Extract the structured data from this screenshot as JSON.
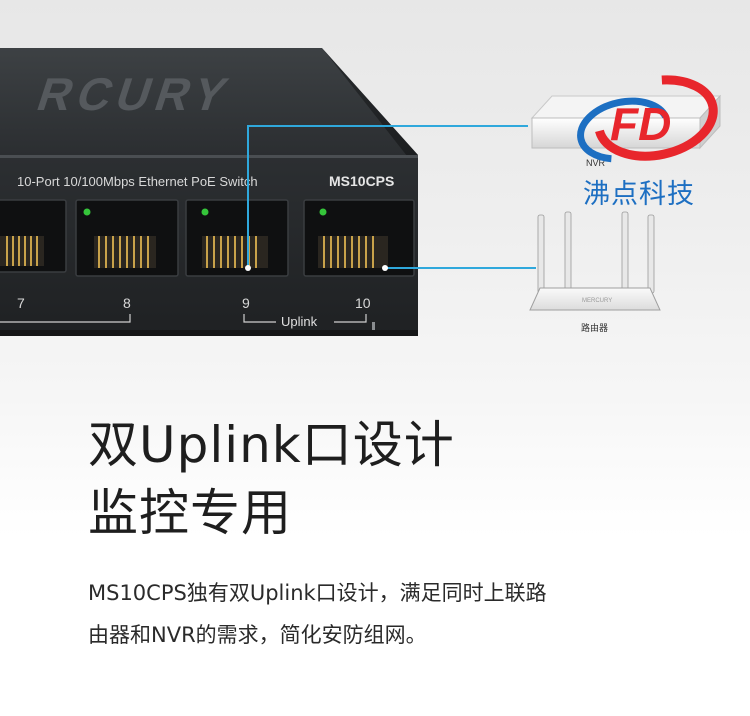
{
  "switch": {
    "brand_partial": "RCURY",
    "model_desc": "10-Port 10/100Mbps Ethernet PoE Switch",
    "model": "MS10CPS",
    "port_numbers": [
      "7",
      "8",
      "9",
      "10"
    ],
    "uplink_label": "Uplink"
  },
  "devices": {
    "nvr_label": "NVR",
    "router_label": "路由器",
    "router_brand": "MERCURY"
  },
  "watermark": {
    "company": "沸点科技"
  },
  "headline": {
    "line1": "双Uplink口设计",
    "line2": "监控专用"
  },
  "description": {
    "line1": "MS10CPS独有双Uplink口设计，满足同时上联路",
    "line2": "由器和NVR的需求，简化安防组网。"
  },
  "colors": {
    "accent_cyan": "#2fa8dc",
    "logo_red": "#e8262c",
    "logo_blue": "#1d6fc2",
    "port_led": "#35c53a"
  }
}
